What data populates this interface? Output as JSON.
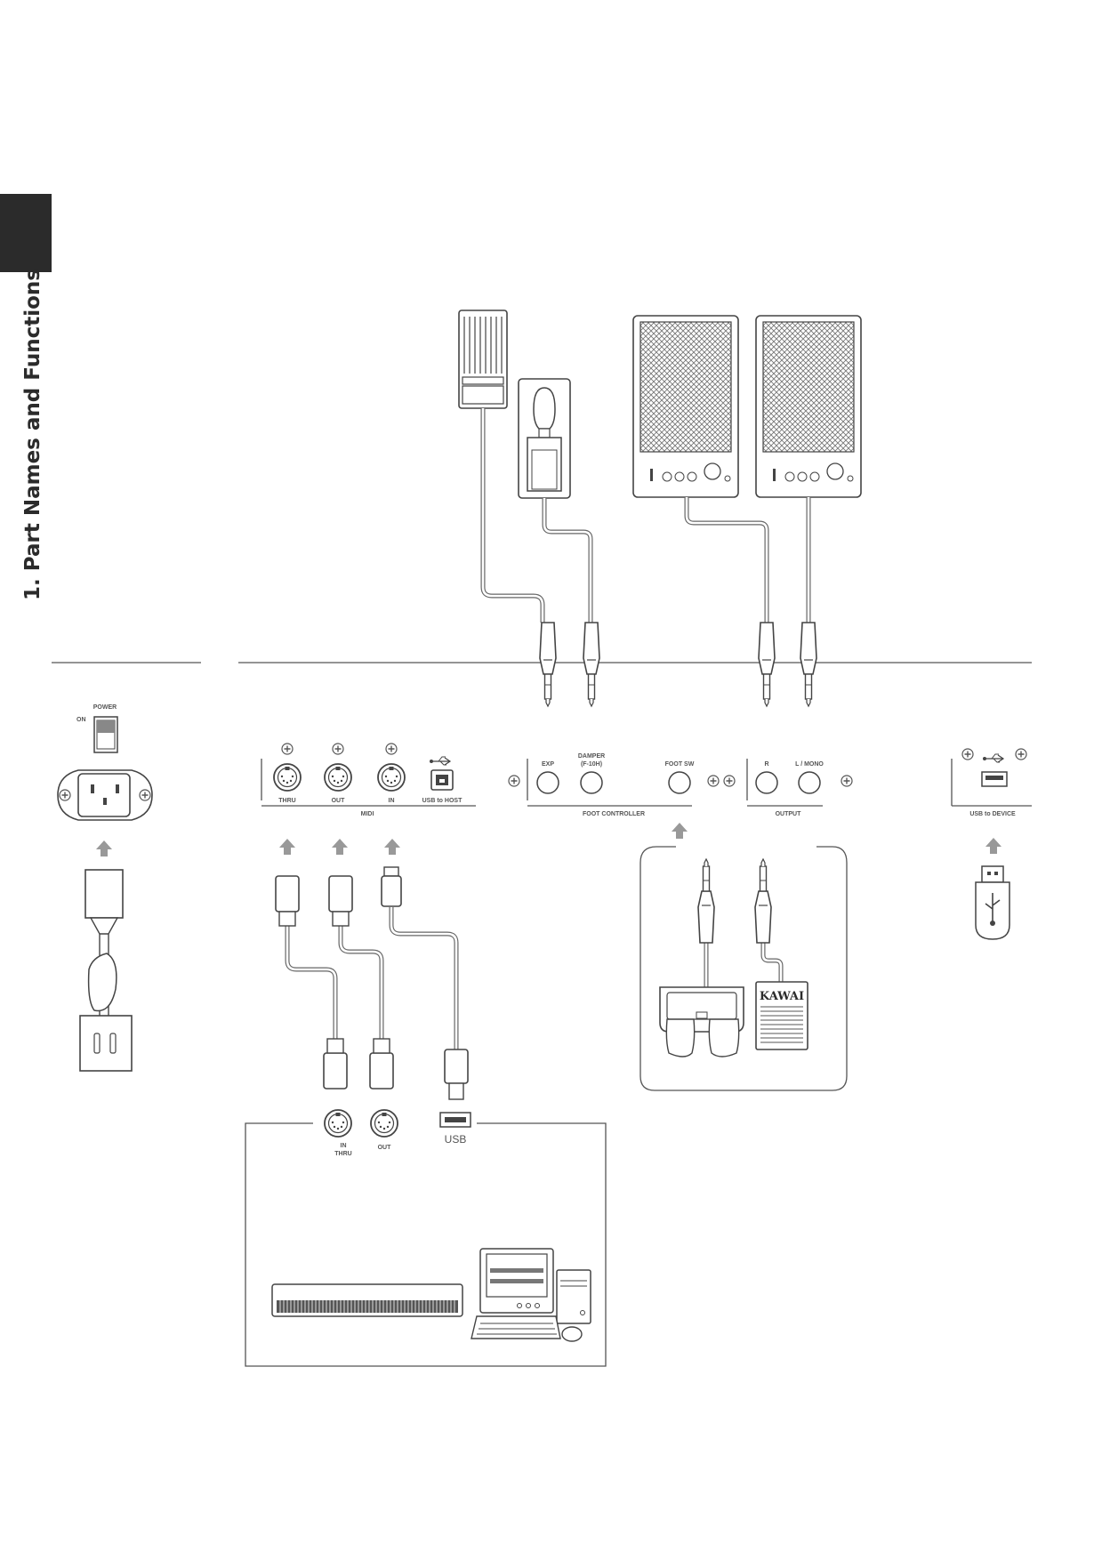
{
  "page": {
    "section_title": "1. Part Names and Functions"
  },
  "power": {
    "title": "POWER",
    "on_label": "ON"
  },
  "midi": {
    "thru_label": "THRU",
    "out_label": "OUT",
    "in_label": "IN",
    "usb_host_label": "USB to HOST",
    "group_label": "MIDI"
  },
  "foot_controller": {
    "exp_label": "EXP",
    "damper_label": "DAMPER",
    "damper_sub": "(F-10H)",
    "foot_sw_label": "FOOT SW",
    "group_label": "FOOT CONTROLLER"
  },
  "output": {
    "r_label": "R",
    "lmono_label": "L / MONO",
    "group_label": "OUTPUT"
  },
  "usb_device": {
    "label": "USB to DEVICE"
  },
  "computer_box": {
    "in_thru_label_1": "IN",
    "in_thru_label_2": "THRU",
    "out_label": "OUT",
    "usb_label": "USB"
  },
  "pedal": {
    "brand": "KAWAI"
  },
  "icons": [
    "usb-icon",
    "screw-icon",
    "midi-port-icon",
    "arrow-up-icon",
    "usb-stick-icon",
    "speaker-icon",
    "expression-pedal-icon",
    "damper-pedal-icon",
    "power-plug-icon",
    "piano-keyboard-icon",
    "computer-icon"
  ]
}
